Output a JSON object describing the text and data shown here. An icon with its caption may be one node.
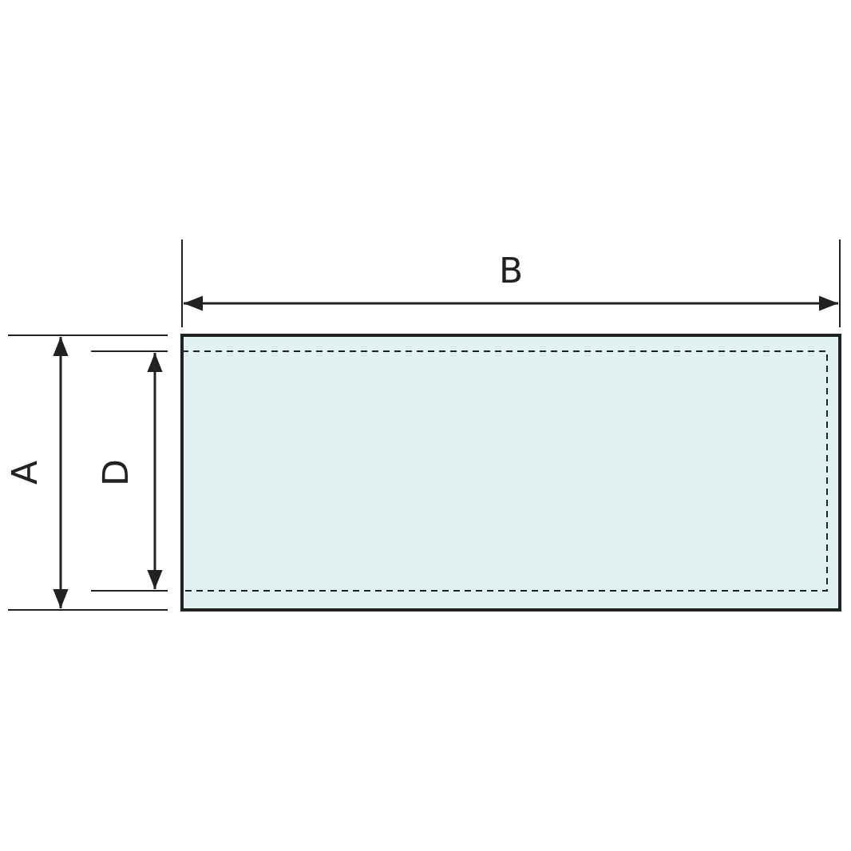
{
  "diagram": {
    "labels": [
      "B",
      "A",
      "D"
    ]
  }
}
